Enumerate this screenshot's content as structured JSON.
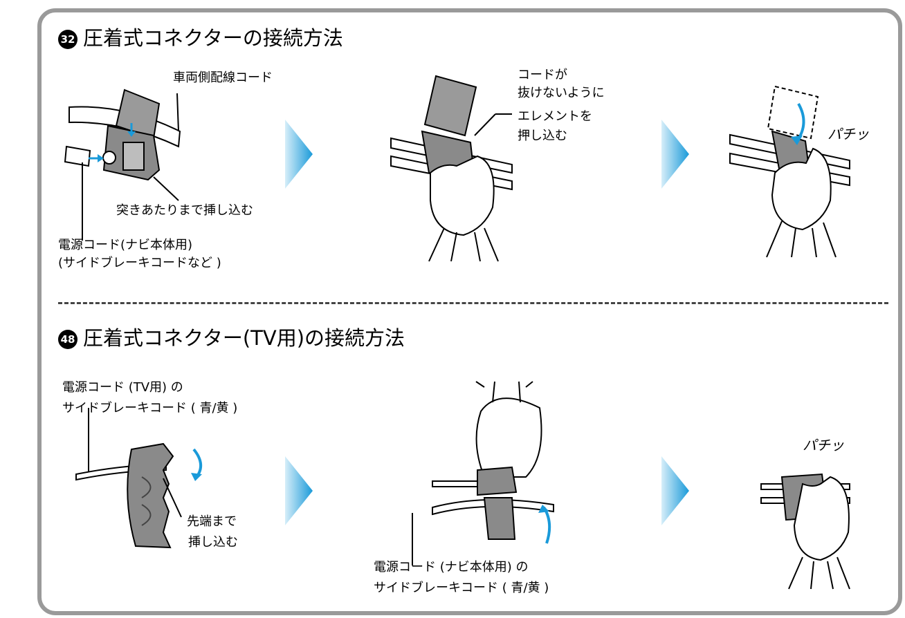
{
  "section1": {
    "number": "32",
    "title": "圧着式コネクターの接続方法",
    "labels": {
      "vehicle_cord": "車両側配線コード",
      "insert_fully": "突きあたりまで挿し込む",
      "power_cord_line1": "電源コード(ナビ本体用)",
      "power_cord_line2": "(サイドブレーキコードなど )",
      "element_line1": "コードが",
      "element_line2": "抜けないように",
      "element_line3": "エレメントを",
      "element_line4": "押し込む",
      "snap": "パチッ"
    }
  },
  "section2": {
    "number": "48",
    "title": "圧着式コネクター(TV用)の接続方法",
    "labels": {
      "tv_cord_line1": "電源コード (TV用) の",
      "tv_cord_line2": "サイドブレーキコード ( 青/黄 )",
      "tip_line1": "先端まで",
      "tip_line2": "挿し込む",
      "navi_cord_line1": "電源コード (ナビ本体用) の",
      "navi_cord_line2": "サイドブレーキコード ( 青/黄 )",
      "snap": "パチッ"
    }
  },
  "colors": {
    "frame": "#9a9a9a",
    "accent_blue": "#1a9ad9",
    "connector_gray": "#8a8a8a"
  }
}
